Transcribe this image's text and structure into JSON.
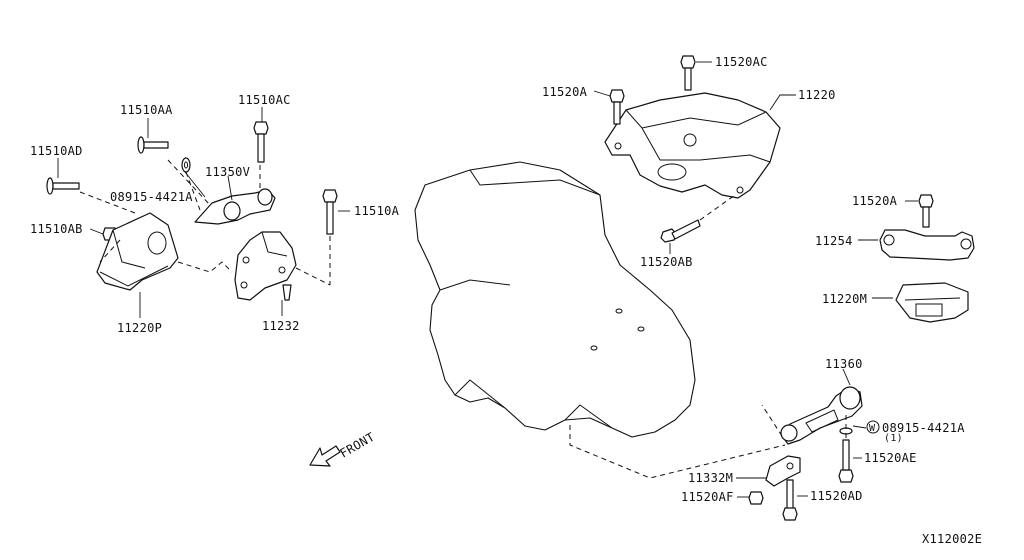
{
  "labels": {
    "p11510AA": "11510AA",
    "p11510AC": "11510AC",
    "p11510AD": "11510AD",
    "p11350V": "11350V",
    "p08915_left": "08915-4421A",
    "p11510A": "11510A",
    "p11510AB": "11510AB",
    "p11220P": "11220P",
    "p11232": "11232",
    "p11520A_top": "11520A",
    "p11520AC": "11520AC",
    "p11220": "11220",
    "p11520AB": "11520AB",
    "p11520A_right": "11520A",
    "p11254": "11254",
    "p11220M": "11220M",
    "p11360": "11360",
    "w_circle": "W",
    "p08915_right": "08915-4421A",
    "qty_right": "(1)",
    "p11520AE": "11520AE",
    "p11332M": "11332M",
    "p11520AF": "11520AF",
    "p11520AD": "11520AD",
    "front": "FRONT",
    "diagram_code": "X112002E"
  }
}
